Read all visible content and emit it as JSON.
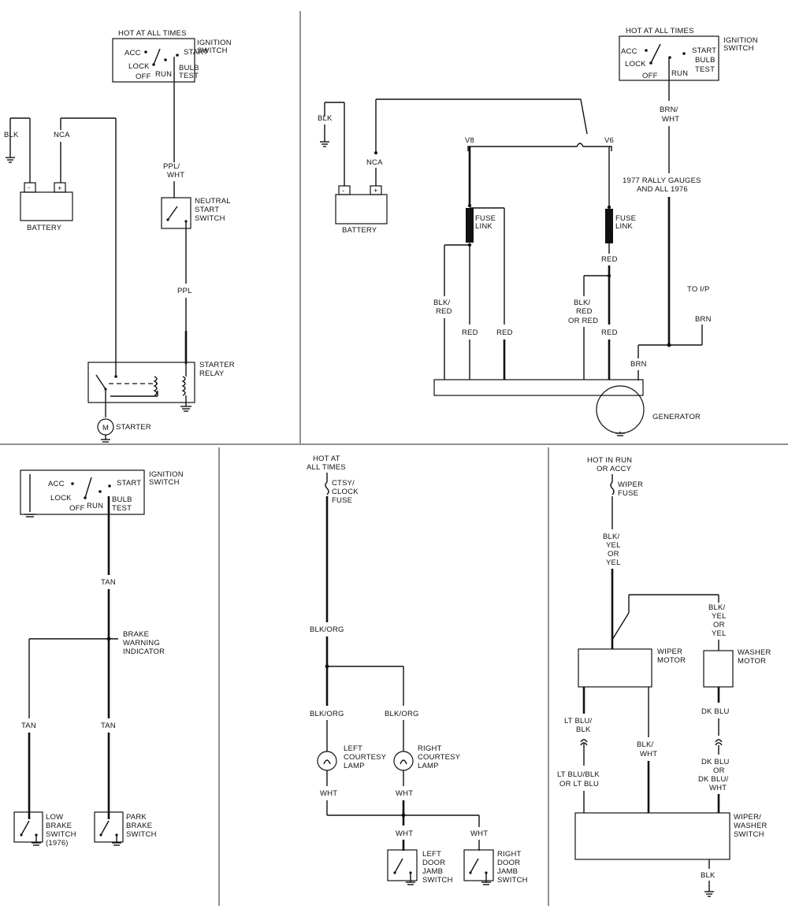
{
  "ignition": {
    "hot": "HOT AT ALL TIMES",
    "title1": "IGNITION",
    "title2": "SWITCH",
    "acc": "ACC",
    "lock": "LOCK",
    "off": "OFF",
    "run": "RUN",
    "start": "START",
    "bulb": "BULB",
    "test": "TEST"
  },
  "starter_circuit": {
    "blk": "BLK",
    "nca": "NCA",
    "battery": "BATTERY",
    "ppl_wht_1": "PPL/",
    "ppl_wht_2": "WHT",
    "neutral1": "NEUTRAL",
    "neutral2": "START",
    "neutral3": "SWITCH",
    "ppl": "PPL",
    "relay1": "STARTER",
    "relay2": "RELAY",
    "motor_m": "M",
    "starter": "STARTER"
  },
  "charging_circuit": {
    "blk": "BLK",
    "nca": "NCA",
    "battery": "BATTERY",
    "v8": "V8",
    "v6": "V6",
    "fuse1": "FUSE",
    "link1": "LINK",
    "fuse2": "FUSE",
    "link2": "LINK",
    "red_a": "RED",
    "blk_red_1": "BLK/",
    "blk_red_2": "RED",
    "red_b": "RED",
    "red_c": "RED",
    "blk_red_or_1": "BLK/",
    "blk_red_or_2": "RED",
    "blk_red_or_3": "OR RED",
    "red_d": "RED",
    "brn_wht_1": "BRN/",
    "brn_wht_2": "WHT",
    "rally1": "1977 RALLY GAUGES",
    "rally2": "AND ALL 1976",
    "to_ip": "TO I/P",
    "brn_a": "BRN",
    "brn_b": "BRN",
    "generator": "GENERATOR"
  },
  "brake_circuit": {
    "tan_a": "TAN",
    "warn1": "BRAKE",
    "warn2": "WARNING",
    "warn3": "INDICATOR",
    "tan_b": "TAN",
    "tan_c": "TAN",
    "low1": "LOW",
    "low2": "BRAKE",
    "low3": "SWITCH",
    "low4": "(1976)",
    "park1": "PARK",
    "park2": "BRAKE",
    "park3": "SWITCH"
  },
  "courtesy_circuit": {
    "hot1": "HOT AT",
    "hot2": "ALL TIMES",
    "fuse1": "CTSY/",
    "fuse2": "CLOCK",
    "fuse3": "FUSE",
    "blk_org_a": "BLK/ORG",
    "blk_org_b": "BLK/ORG",
    "blk_org_c": "BLK/ORG",
    "left1": "LEFT",
    "left2": "COURTESY",
    "left3": "LAMP",
    "right1": "RIGHT",
    "right2": "COURTESY",
    "right3": "LAMP",
    "wht_a": "WHT",
    "wht_b": "WHT",
    "wht_c": "WHT",
    "wht_d": "WHT",
    "ldoor1": "LEFT",
    "ldoor2": "DOOR",
    "ldoor3": "JAMB",
    "ldoor4": "SWITCH",
    "rdoor1": "RIGHT",
    "rdoor2": "DOOR",
    "rdoor3": "JAMB",
    "rdoor4": "SWITCH"
  },
  "wiper_circuit": {
    "hot1": "HOT IN RUN",
    "hot2": "OR ACCY",
    "fuse1": "WIPER",
    "fuse2": "FUSE",
    "bly1": "BLK/",
    "bly2": "YEL",
    "bly3": "OR",
    "bly4": "YEL",
    "bly5": "BLK/",
    "bly6": "YEL",
    "bly7": "OR",
    "bly8": "YEL",
    "wm1": "WIPER",
    "wm2": "MOTOR",
    "wa1": "WASHER",
    "wa2": "MOTOR",
    "ltb1": "LT BLU/",
    "ltb2": "BLK",
    "ltb3": "LT BLU/BLK",
    "ltb4": "OR LT BLU",
    "bw1": "BLK/",
    "bw2": "WHT",
    "dkb1": "DK BLU",
    "dkb2": "DK BLU",
    "dkb3": "OR",
    "dkb4": "DK BLU/",
    "dkb5": "WHT",
    "ws1": "WIPER/",
    "ws2": "WASHER",
    "ws3": "SWITCH",
    "blk": "BLK"
  }
}
